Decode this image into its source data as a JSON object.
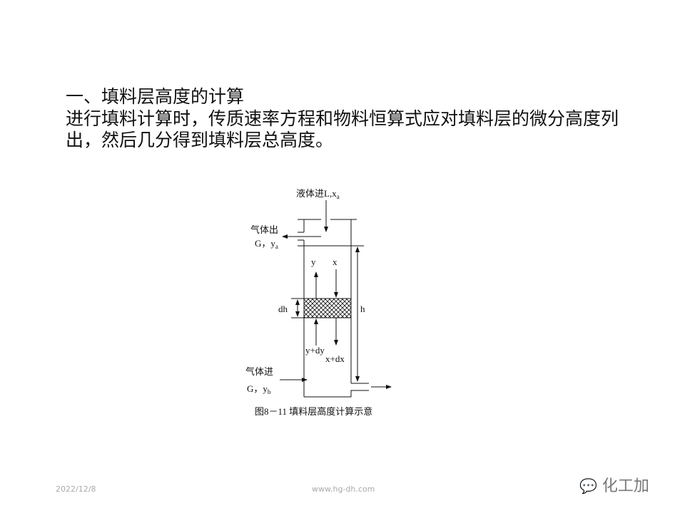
{
  "slide": {
    "title": "一、填料层高度的计算",
    "body": "进行填料计算时，传质速率方程和物料恒算式应对填料层的微分高度列出，然后几分得到填料层总高度。"
  },
  "diagram": {
    "liquid_in": "液体进L,x",
    "liquid_in_sub": "a",
    "gas_out": "气体出",
    "gas_out_flow": "G，y",
    "gas_out_sub": "a",
    "y": "y",
    "x": "x",
    "dh": "dh",
    "h": "h",
    "y_dy": "y+dy",
    "x_dx": "x+dx",
    "gas_in": "气体进",
    "gas_in_flow": "G，y",
    "gas_in_sub": "b",
    "caption": "图8－11 填料层高度计算示意"
  },
  "footer": {
    "date": "2022/12/8",
    "url": "www.hg-dh.com"
  },
  "watermark": {
    "text": "化工加",
    "icon": "wechat-icon"
  }
}
